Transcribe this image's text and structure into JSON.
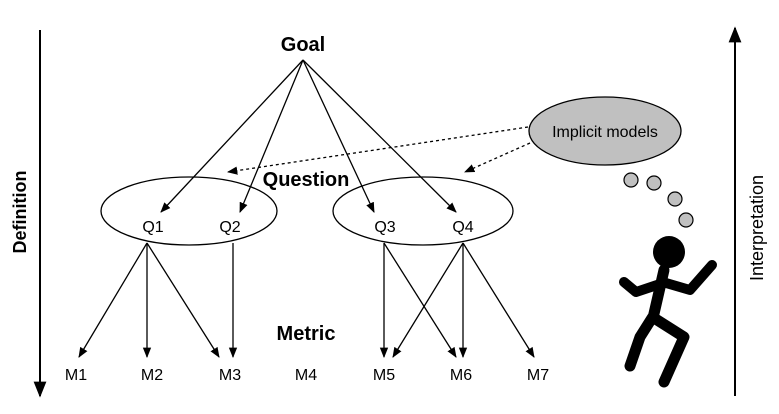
{
  "labels": {
    "goal": "Goal",
    "question": "Question",
    "metric": "Metric",
    "left_axis": "Definition",
    "right_axis": "Interpretation",
    "thought_bubble": "Implicit models"
  },
  "questions": [
    "Q1",
    "Q2",
    "Q3",
    "Q4"
  ],
  "metrics": [
    "M1",
    "M2",
    "M3",
    "M4",
    "M5",
    "M6",
    "M7"
  ],
  "colors": {
    "bubble_fill": "#c0c0c0",
    "line": "#000000",
    "background": "#ffffff"
  }
}
